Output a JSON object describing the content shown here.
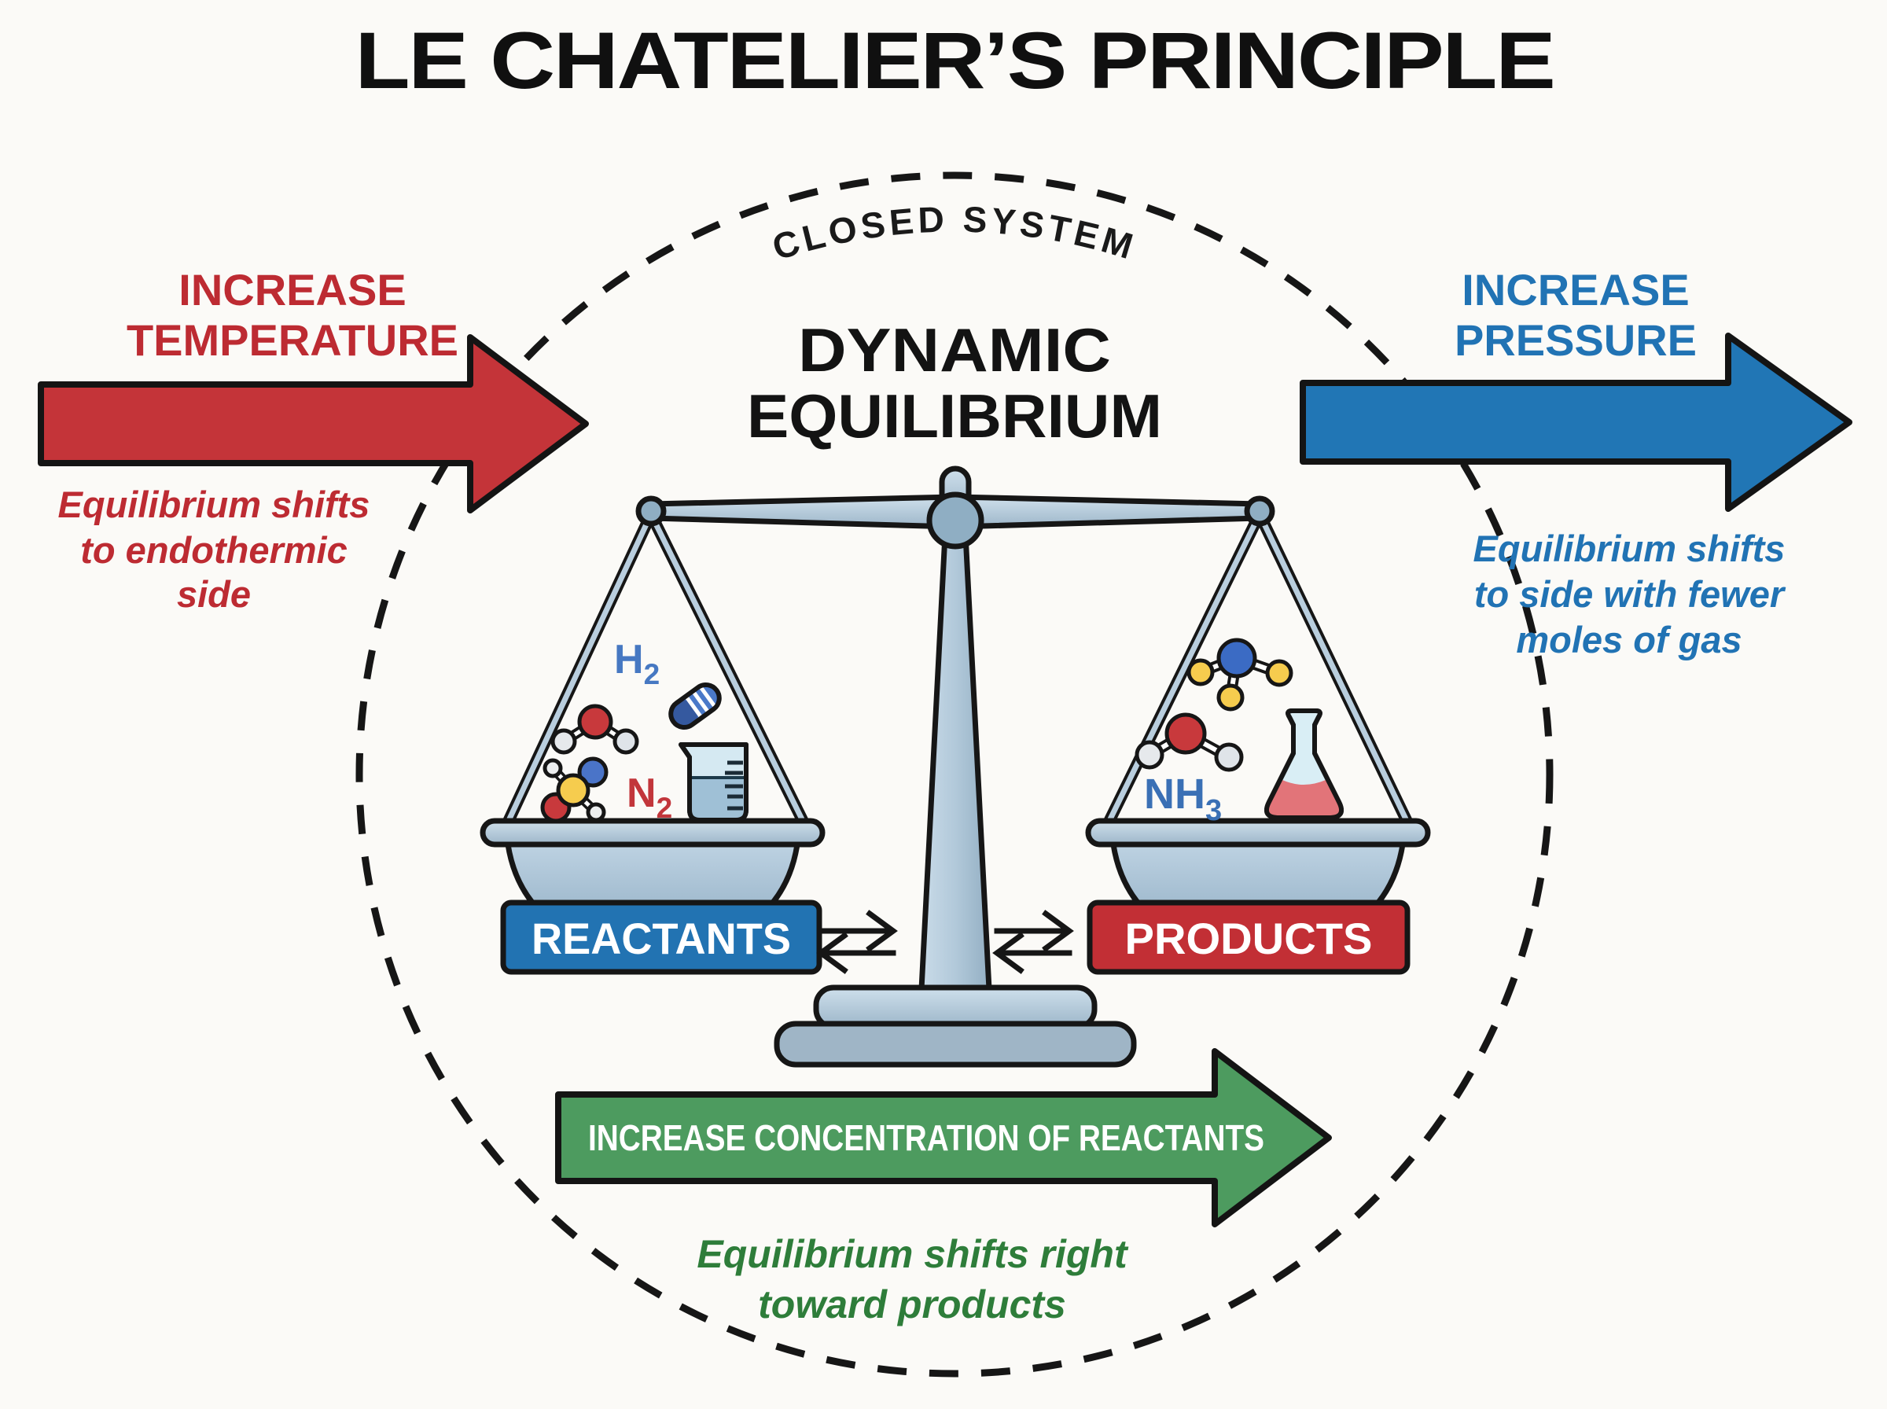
{
  "title": "LE CHATELIER’S PRINCIPLE",
  "closed_system": {
    "label": "CLOSED SYSTEM"
  },
  "dynamic_equilibrium": {
    "line1": "DYNAMIC",
    "line2": "EQUILIBRIUM"
  },
  "increase_temperature": {
    "heading_line1": "INCREASE",
    "heading_line2": "TEMPERATURE",
    "note_line1": "Equilibrium shifts",
    "note_line2": "to endothermic",
    "note_line3": "side",
    "arrow_fill": "#c43439",
    "text_color": "#bd2b32"
  },
  "increase_pressure": {
    "heading_line1": "INCREASE",
    "heading_line2": "PRESSURE",
    "note_line1": "Equilibrium shifts",
    "note_line2": "to side with fewer",
    "note_line3": "moles of gas",
    "arrow_fill": "#2176b5",
    "text_color": "#2173b4"
  },
  "increase_concentration": {
    "arrow_label": "INCREASE CONCENTRATION OF REACTANTS",
    "note_line1": "Equilibrium shifts right",
    "note_line2": "toward products",
    "arrow_fill": "#4d9b5f",
    "text_color": "#2e7d3a"
  },
  "balance": {
    "reactants_label": "REACTANTS",
    "products_label": "PRODUCTS",
    "reactants_fill": "#2273b2",
    "products_fill": "#c22f35",
    "h2_main": "H",
    "h2_sub": "2",
    "n2_main": "N",
    "n2_sub": "2",
    "nh3_main": "NH",
    "nh3_sub": "3",
    "h2_color": "#4678c2",
    "n2_color": "#c2363b",
    "nh3_color": "#3a70b5"
  },
  "colors": {
    "outline": "#161616",
    "steel_light": "#cfe0ec",
    "steel_mid": "#afc8da",
    "steel_dark": "#8faec4"
  }
}
